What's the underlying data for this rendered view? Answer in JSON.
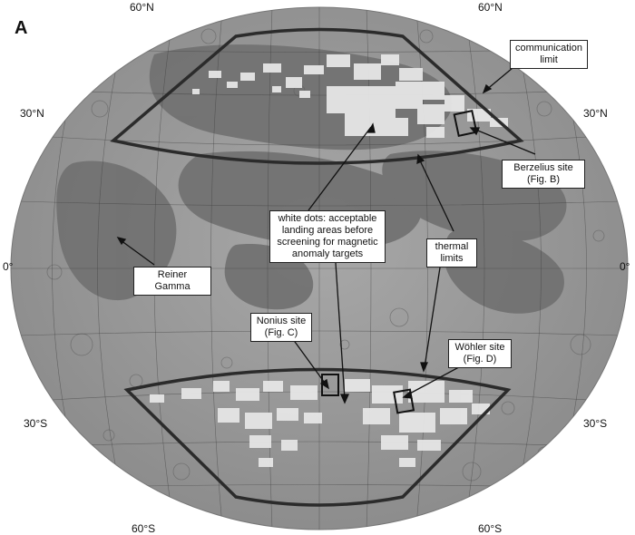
{
  "figure": {
    "panel_letter": "A"
  },
  "graticule_labels": {
    "lat_60n_left": "60°N",
    "lat_60n_right": "60°N",
    "lat_30n_left": "30°N",
    "lat_30n_right": "30°N",
    "lat_0_left": "0°",
    "lat_0_right": "0°",
    "lat_30s_left": "30°S",
    "lat_30s_right": "30°S",
    "lat_60s_left": "60°S",
    "lat_60s_right": "60°S"
  },
  "callouts": {
    "communication_limit": [
      "communication",
      "limit"
    ],
    "berzelius_site": [
      "Berzelius site",
      "(Fig. B)"
    ],
    "white_dots": [
      "white dots: acceptable",
      "landing areas before",
      "screening for magnetic",
      "anomaly targets"
    ],
    "thermal_limits": [
      "thermal",
      "limits"
    ],
    "reiner_gamma": [
      "Reiner Gamma"
    ],
    "nonius_site": [
      "Nonius site",
      "(Fig. C)"
    ],
    "wohler_site": [
      "Wöhler site",
      "(Fig. D)"
    ]
  },
  "colors": {
    "highlands": "#9a9a9a",
    "maria": "#6e6e6e",
    "acceptable_dots": "#e8e8e8",
    "limit_line": "#2b2b2b"
  }
}
